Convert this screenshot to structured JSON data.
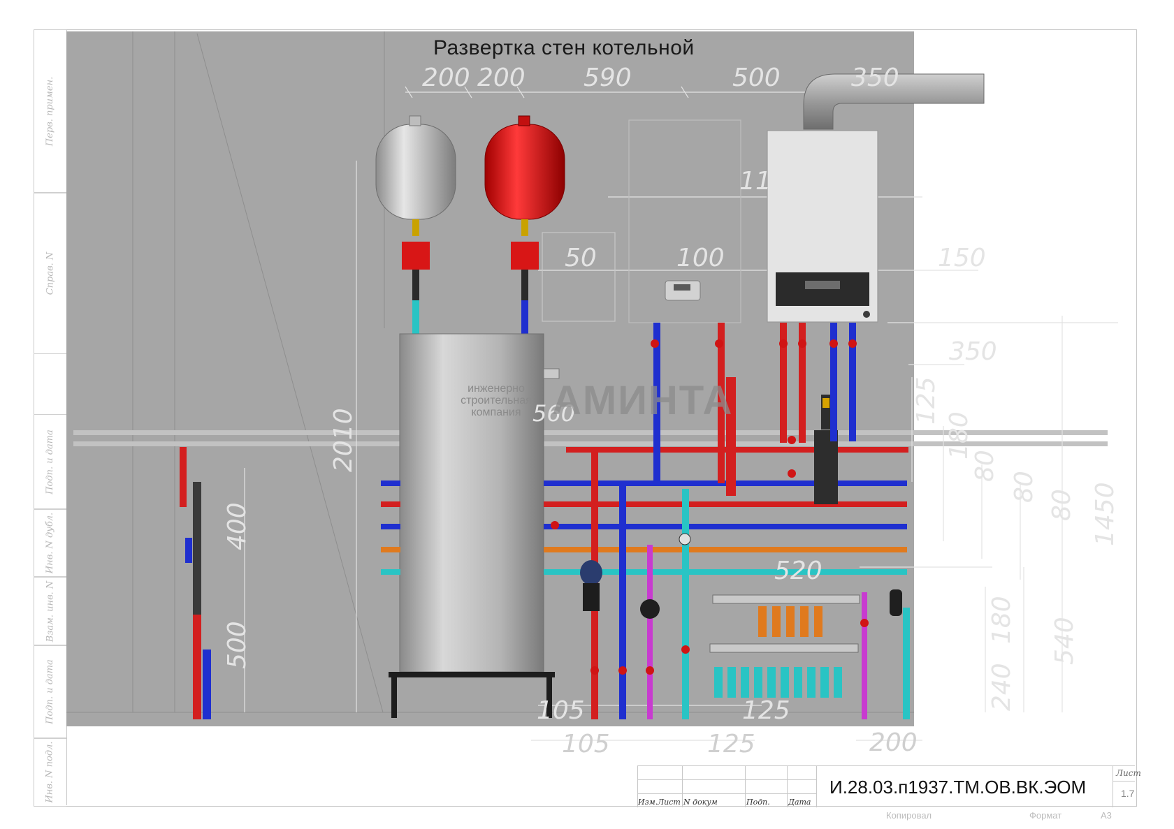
{
  "title": "Развертка стен котельной",
  "dimensions": {
    "top": [
      "200",
      "200",
      "590",
      "500",
      "350"
    ],
    "boiler": [
      "1110",
      "100",
      "50",
      "150"
    ],
    "right": [
      "350",
      "125",
      "180",
      "80",
      "80",
      "80",
      "1450",
      "520",
      "540",
      "180",
      "240"
    ],
    "tank": [
      "2010",
      "560"
    ],
    "left": [
      "400",
      "500"
    ],
    "bottom": [
      "105",
      "105",
      "125",
      "125",
      "200"
    ]
  },
  "watermark": {
    "line1": "инженерно",
    "line2": "строительная",
    "line3": "компания",
    "brand": "АМИНТА"
  },
  "stamp": {
    "side_labels": [
      "Перв. примен.",
      "Справ. N",
      "Подп. и дата",
      "Инв. N дубл.",
      "Взам. инв. N",
      "Подп. и дата",
      "Инв. N подл."
    ],
    "columns": [
      "Изм.",
      "Лист",
      "N докум",
      "Подп.",
      "Дата"
    ],
    "document_code": "И.28.03.п1937.ТМ.ОВ.ВК.ЭОМ",
    "sheet_label": "Лист",
    "sheet_number": "1.7",
    "copied": "Копировал",
    "format_label": "Формат",
    "format_value": "А3"
  },
  "colors": {
    "wall": "#a6a6a6",
    "supply": "#d31f1f",
    "return": "#1f2fcf",
    "dhw": "#e07a1e",
    "cold": "#29c4c4",
    "tank_red": "#d01414",
    "tank_silver": "#c8c8c8"
  }
}
